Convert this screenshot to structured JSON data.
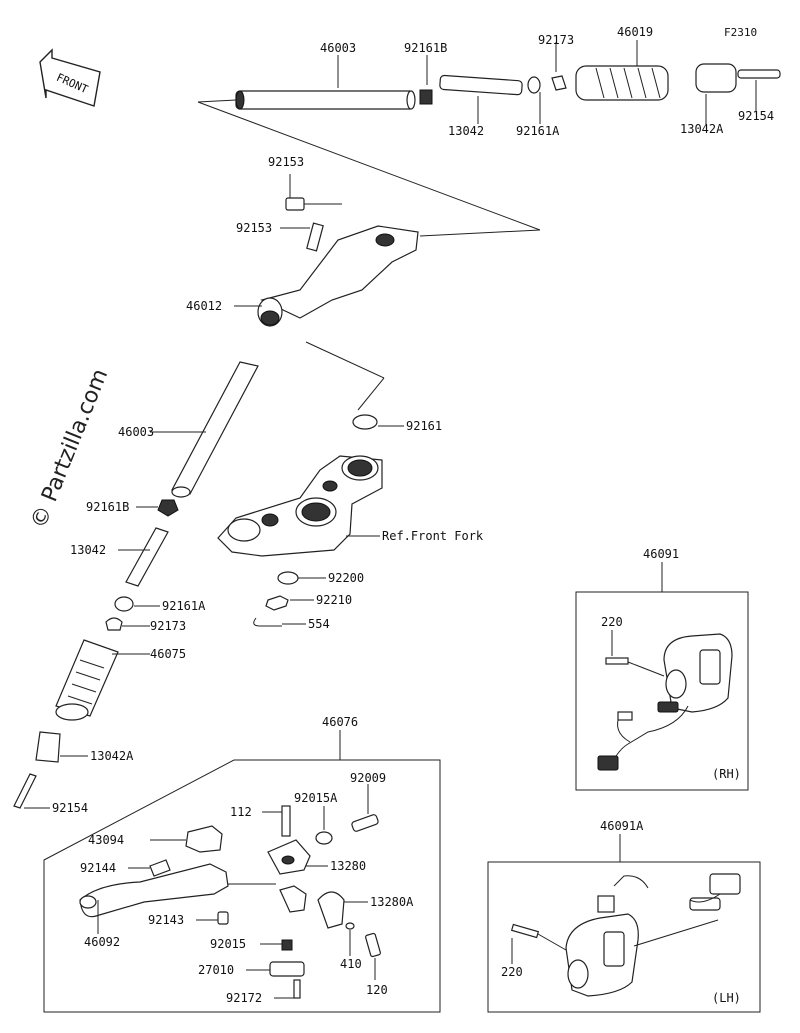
{
  "code": "F2310",
  "front_label": "FRONT",
  "watermark": "© Partzilla.com",
  "parts": {
    "p46003_top": "46003",
    "p92161b_top": "92161B",
    "p92173_top": "92173",
    "p46019": "46019",
    "p13042_top": "13042",
    "p92161a_top": "92161A",
    "p13042a_top": "13042A",
    "p92154_top": "92154",
    "p92153_a": "92153",
    "p92153_b": "92153",
    "p46012": "46012",
    "p46003_mid": "46003",
    "p92161": "92161",
    "ref_front_fork": "Ref.Front Fork",
    "p92161b_mid": "92161B",
    "p13042_mid": "13042",
    "p92200": "92200",
    "p92210": "92210",
    "p554": "554",
    "p92161a_mid": "92161A",
    "p92173_mid": "92173",
    "p46075": "46075",
    "p13042a_mid": "13042A",
    "p92154_mid": "92154",
    "p46076": "46076",
    "p112": "112",
    "p92015a": "92015A",
    "p92009": "92009",
    "p43094": "43094",
    "p13280": "13280",
    "p92144": "92144",
    "p13280a": "13280A",
    "p92143": "92143",
    "p46092": "46092",
    "p92015": "92015",
    "p410": "410",
    "p27010": "27010",
    "p120": "120",
    "p92172": "92172",
    "p46091": "46091",
    "p220_rh": "220",
    "rh": "(RH)",
    "p46091a": "46091A",
    "p220_lh": "220",
    "lh": "(LH)"
  }
}
